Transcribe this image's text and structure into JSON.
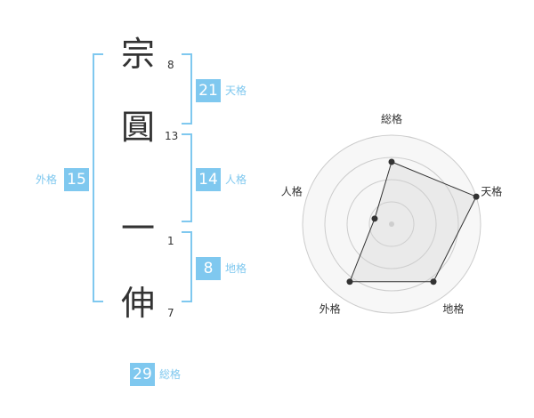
{
  "name": {
    "chars": [
      {
        "char": "宗",
        "strokes": "8"
      },
      {
        "char": "圓",
        "strokes": "13"
      },
      {
        "char": "一",
        "strokes": "1"
      },
      {
        "char": "伸",
        "strokes": "7"
      }
    ]
  },
  "fortune": {
    "tenkaku": {
      "value": "21",
      "label": "天格"
    },
    "jinkaku": {
      "value": "14",
      "label": "人格"
    },
    "chikaku": {
      "value": "8",
      "label": "地格"
    },
    "gaikaku": {
      "value": "15",
      "label": "外格"
    },
    "soukaku": {
      "value": "29",
      "label": "総格"
    }
  },
  "colors": {
    "accent": "#7fc8ef",
    "text": "#333333",
    "grid": "#cccccc",
    "fill": "#eeeeee"
  },
  "chart_data": {
    "type": "radar",
    "axes": [
      "総格",
      "天格",
      "地格",
      "外格",
      "人格"
    ],
    "values": [
      0.7,
      1.0,
      0.8,
      0.8,
      0.2
    ],
    "max": 1.0,
    "rings": 4,
    "grid": true
  }
}
